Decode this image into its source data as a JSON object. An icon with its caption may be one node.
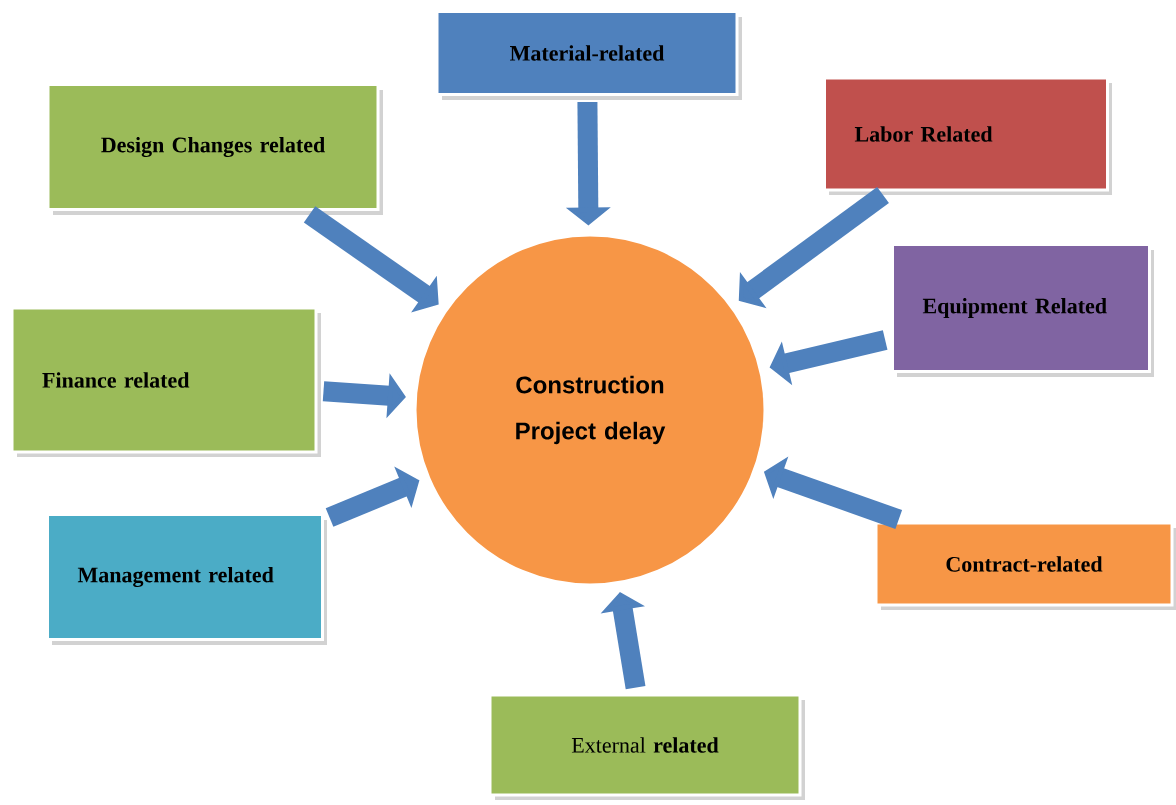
{
  "diagram": {
    "nodes": [
      {
        "text": [
          "Construction Project delay"
        ]
      },
      {
        "text": [
          "Material-related"
        ]
      },
      {
        "text": [
          "Labor Related"
        ]
      },
      {
        "text": [
          "Design Changes related"
        ]
      },
      {
        "text": [
          "Equipment Related"
        ]
      },
      {
        "text": [
          "Finance related"
        ]
      },
      {
        "text": [
          "Management related"
        ]
      },
      {
        "text": [
          "Contract-related"
        ]
      },
      {
        "text": [
          "External **related**"
        ]
      }
    ],
    "edges": [
      {
        "from": 1,
        "to": 0,
        "arrow": "to"
      },
      {
        "from": 2,
        "to": 0,
        "arrow": "to"
      },
      {
        "from": 3,
        "to": 0,
        "arrow": "to"
      },
      {
        "from": 4,
        "to": 0,
        "arrow": "to"
      },
      {
        "from": 5,
        "to": 0,
        "arrow": "to"
      },
      {
        "from": 6,
        "to": 0,
        "arrow": "to"
      },
      {
        "from": 7,
        "to": 0,
        "arrow": "to"
      },
      {
        "from": 8,
        "to": 0,
        "arrow": "to"
      }
    ]
  }
}
